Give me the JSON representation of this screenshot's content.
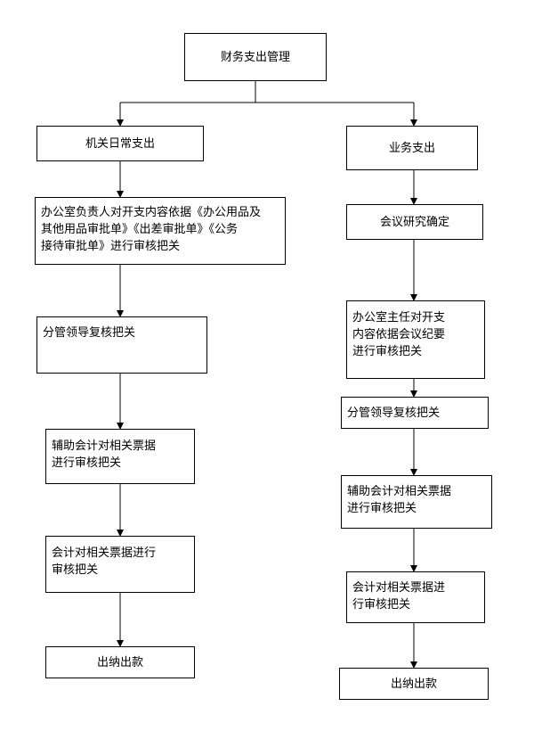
{
  "root": {
    "label": "财务支出管理"
  },
  "left": {
    "title": "机关日常支出",
    "step1": "办公室负责人对开支内容依据《办公用品及\n其他用品审批单》《出差审批单》《公务\n接待审批单》进行审核把关",
    "step2": "分管领导复核把关",
    "step3": "辅助会计对相关票据\n进行审核把关",
    "step4": "会计对相关票据进行\n审核把关",
    "step5": "出纳出款"
  },
  "right": {
    "title": "业务支出",
    "step1": "会议研究确定",
    "step2": "办公室主任对开支\n内容依据会议纪要\n进行审核把关",
    "step3": "分管领导复核把关",
    "step4": "辅助会计对相关票据\n进行审核把关",
    "step5": "会计对相关票据进\n行审核把关",
    "step6": "出纳出款"
  }
}
